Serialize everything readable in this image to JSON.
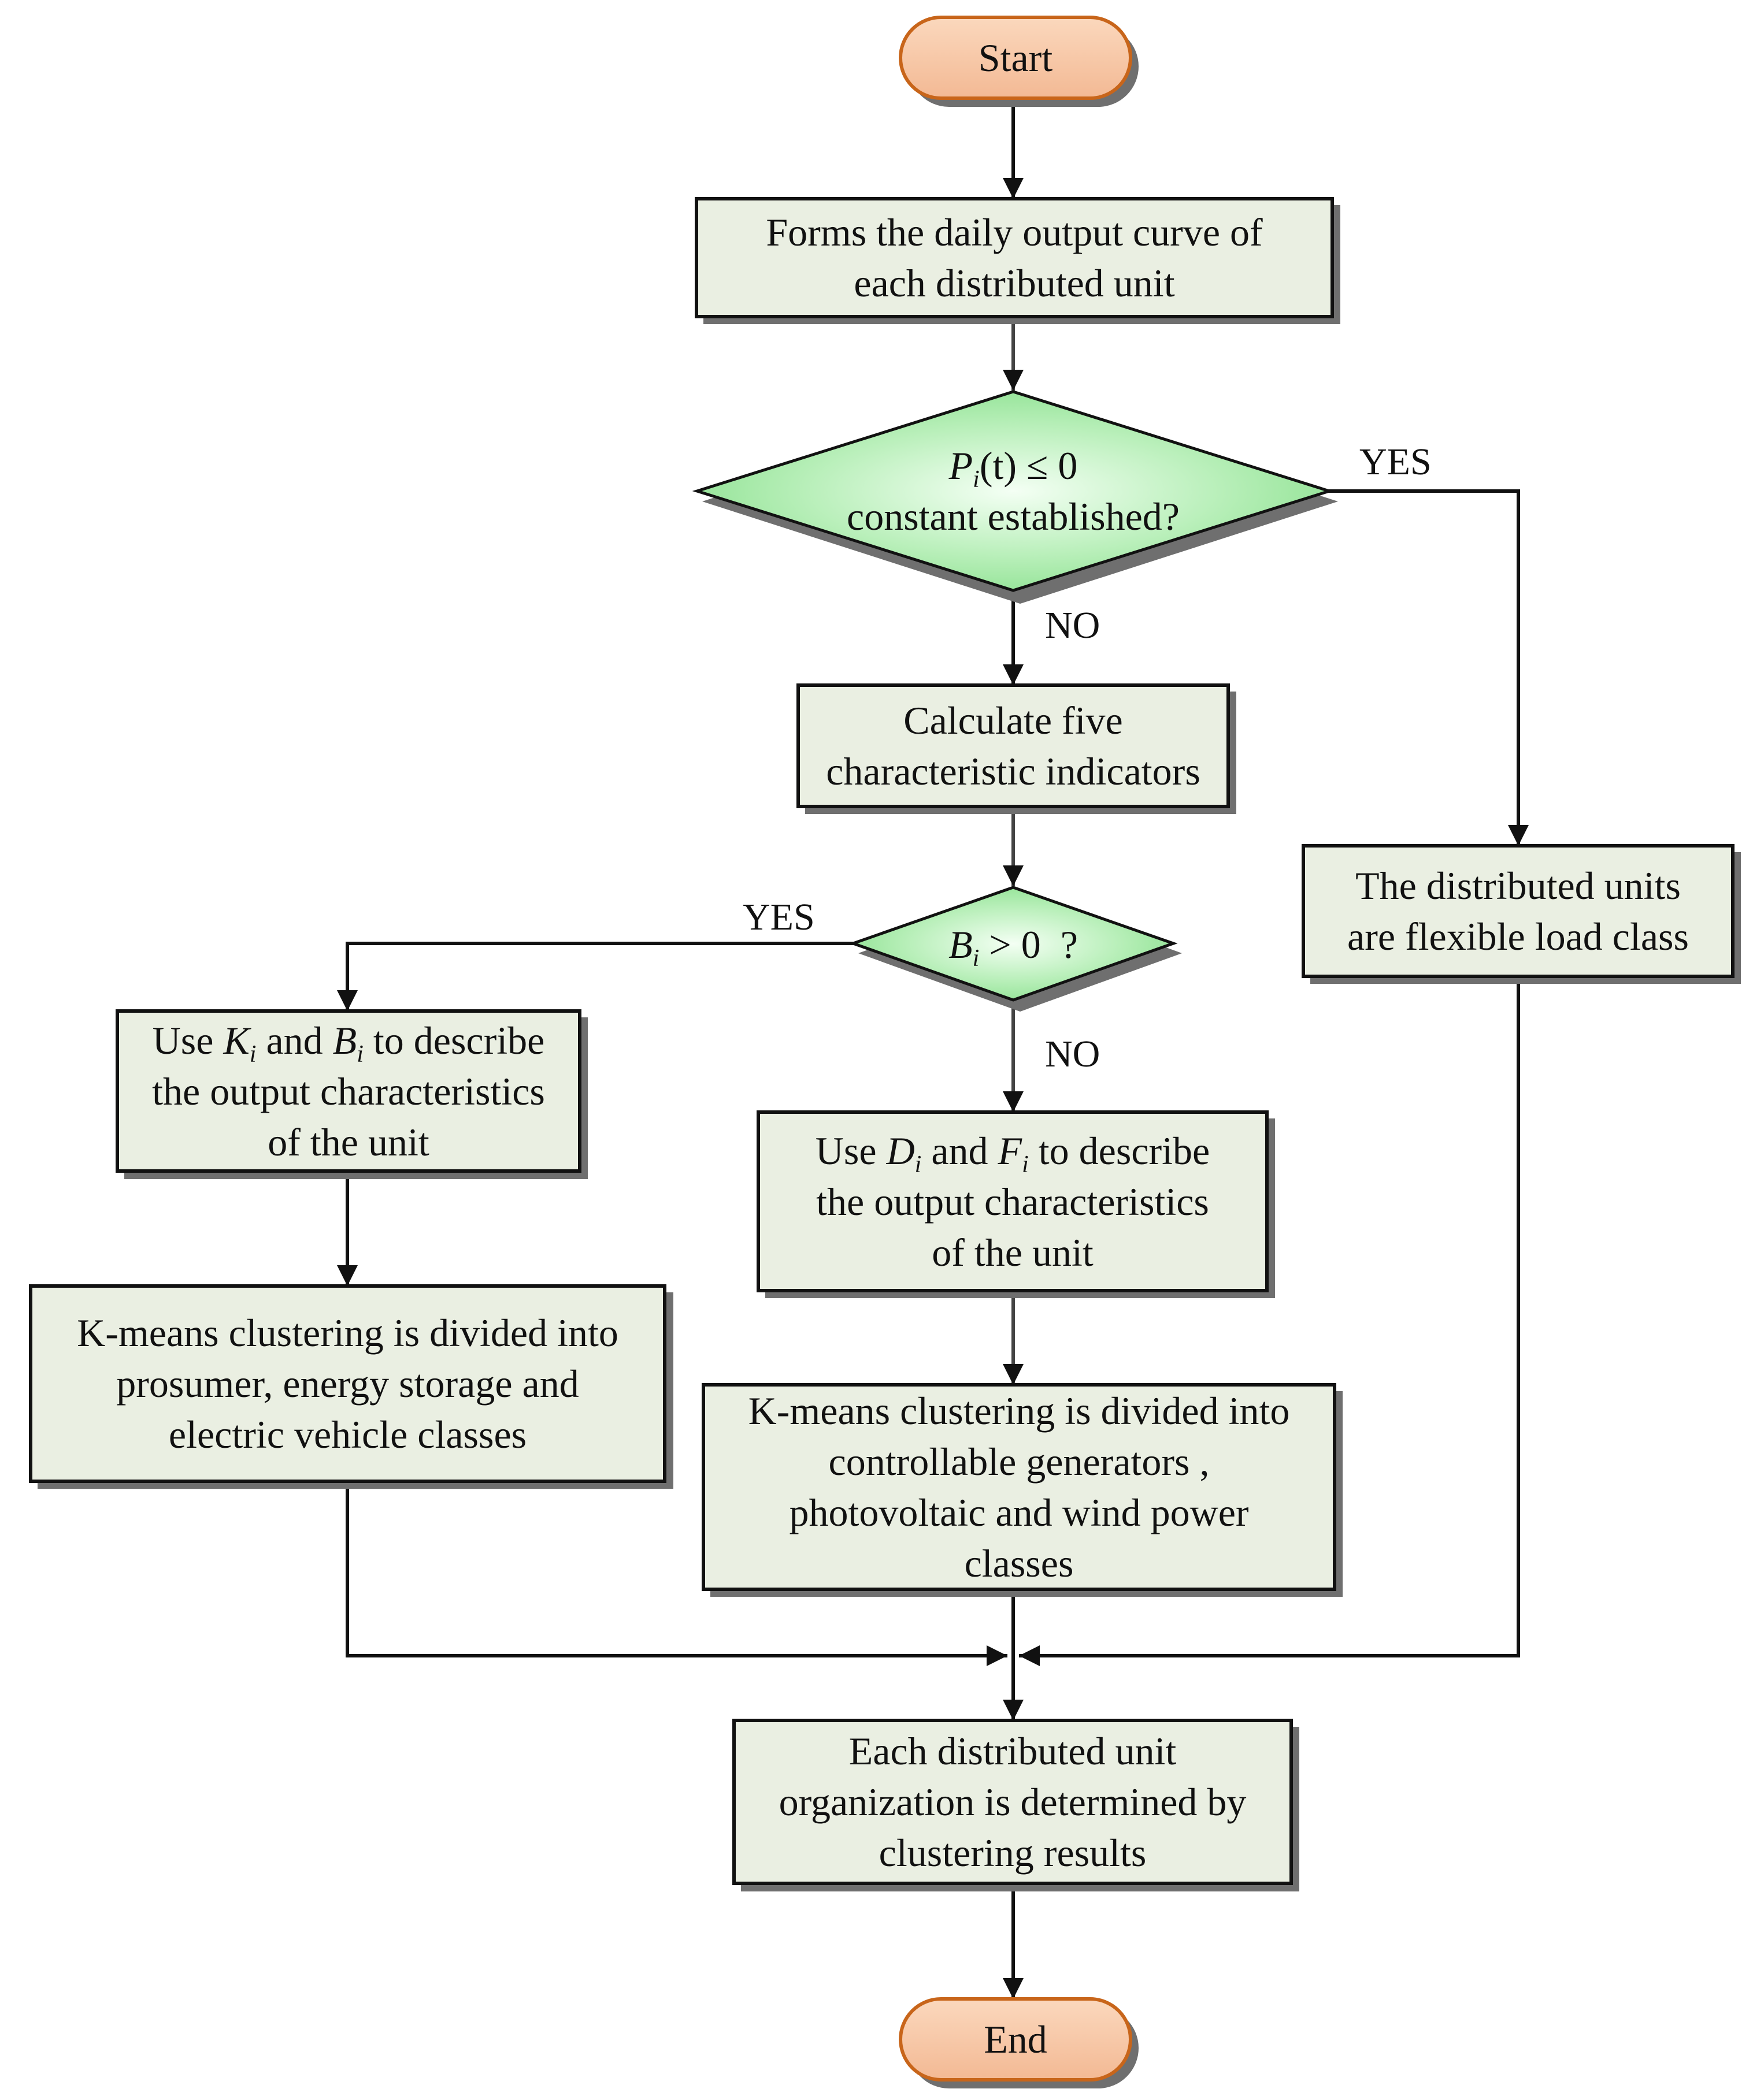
{
  "nodes": {
    "start": "Start",
    "form_curve": [
      "Forms the daily output curve of",
      "each distributed unit"
    ],
    "decision1": {
      "var": "P",
      "sub": "i",
      "expr_rest": "(t) ≤ 0",
      "line2": "constant established?"
    },
    "calc": [
      "Calculate five",
      "characteristic indicators"
    ],
    "flexible": [
      "The distributed units",
      "are flexible load class"
    ],
    "decision2": {
      "var": "B",
      "sub": "i",
      "expr_rest": " > 0  ?"
    },
    "use_k": {
      "prefix": "Use ",
      "var1": "K",
      "sub1": "i",
      "mid": " and ",
      "var2": "B",
      "sub2": "i",
      "suffix": " to describe",
      "line2": "the output characteristics",
      "line3": "of the unit"
    },
    "use_d": {
      "prefix": "Use ",
      "var1": "D",
      "sub1": "i",
      "mid": " and ",
      "var2": "F",
      "sub2": "i",
      "suffix": " to describe",
      "line2": "the output characteristics",
      "line3": "of the unit"
    },
    "kmeans_left": [
      "K-means clustering is divided into",
      "prosumer, energy storage and",
      "electric vehicle classes"
    ],
    "kmeans_mid": [
      "K-means clustering is divided into",
      "controllable generators ,",
      "photovoltaic  and wind power",
      "classes"
    ],
    "result": [
      "Each distributed unit",
      "organization is determined by",
      "clustering results"
    ],
    "end": "End"
  },
  "edge_labels": {
    "d1_yes": "YES",
    "d1_no": "NO",
    "d2_yes": "YES",
    "d2_no": "NO"
  },
  "colors": {
    "terminal_fill": "#f8c9a5",
    "terminal_border": "#c8651a",
    "process_fill": "#eaefe2",
    "decision_fill": "#9be79e",
    "line": "#111111",
    "shadow": "#6f6f6f"
  }
}
